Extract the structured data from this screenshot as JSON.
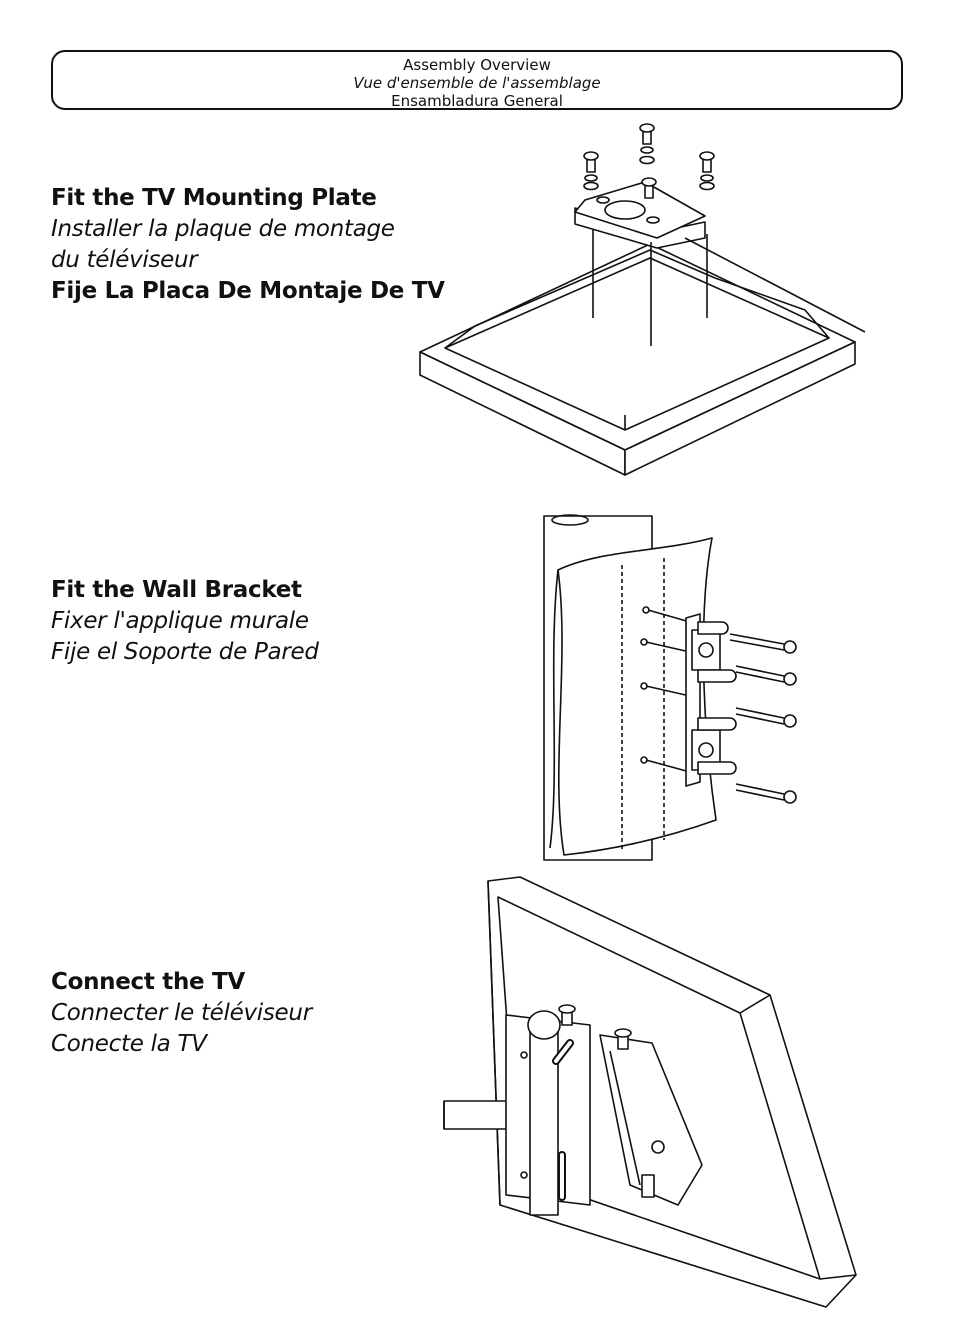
{
  "header": {
    "en": "Assembly Overview",
    "fr": "Vue d'ensemble de l'assemblage",
    "es": "Ensambladura General"
  },
  "steps": [
    {
      "en": "Fit the TV Mounting Plate",
      "fr_line1": "Installer la plaque de montage",
      "fr_line2": "du téléviseur",
      "es": "Fije La Placa De Montaje De TV"
    },
    {
      "en": "Fit the Wall Bracket",
      "fr": "Fixer l'applique murale",
      "es": "Fije el Soporte de Pared"
    },
    {
      "en": "Connect the TV",
      "fr": "Connecter le téléviseur",
      "es": "Conecte la TV"
    }
  ]
}
